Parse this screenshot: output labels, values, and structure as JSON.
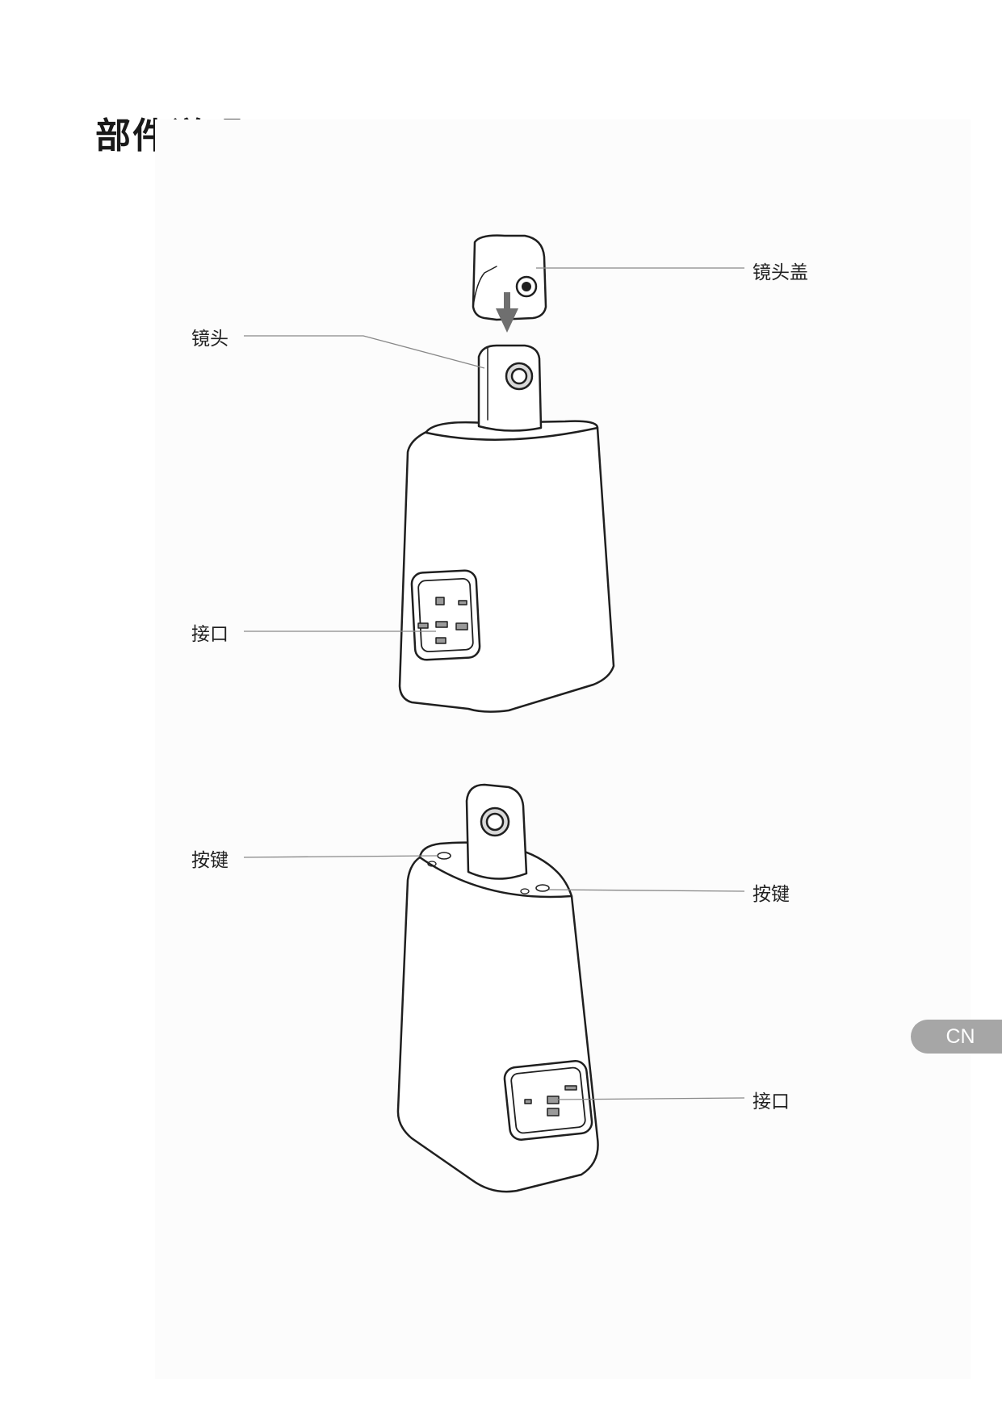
{
  "page": {
    "title": "部件说明",
    "language_tab": "CN"
  },
  "figure_top": {
    "labels": {
      "lens_cap": "镜头盖",
      "lens": "镜头",
      "ports": "接口"
    }
  },
  "figure_bottom": {
    "labels": {
      "button_left": "按键",
      "button_right": "按键",
      "ports": "接口"
    }
  },
  "colors": {
    "line": "#1f1f1f",
    "leader": "#888888",
    "arrow": "#6f6f6f",
    "lens_body": "#d9d9d9",
    "tab": "#a6a6a6"
  }
}
